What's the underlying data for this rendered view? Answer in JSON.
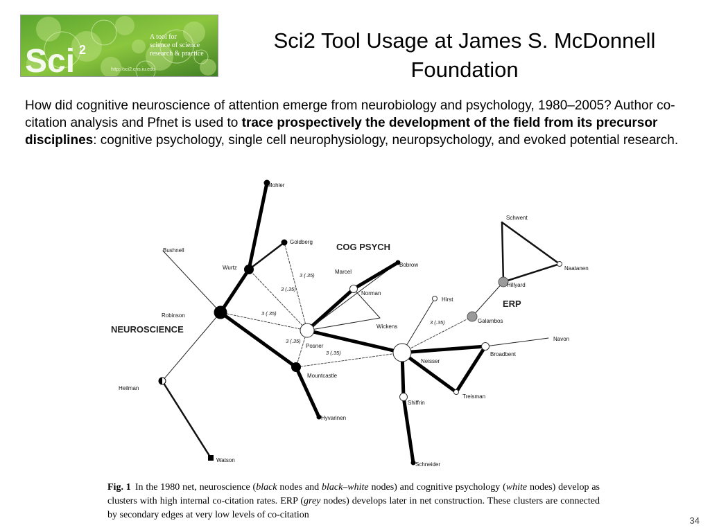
{
  "logo": {
    "wordmark": "Sci",
    "superscript": "2",
    "tagline_1": "A tool for",
    "tagline_2": "science of science",
    "tagline_3": "research & practice",
    "url_text": "http://sci2.cns.iu.edu"
  },
  "title": "Sci2 Tool Usage at James S. McDonnell Foundation",
  "intro": {
    "part1": "How did cognitive neuroscience of attention emerge from neurobiology and psychology, 1980–2005? Author co-citation analysis and Pfnet is used to ",
    "bold": "trace prospectively the development of the field from its precursor disciplines",
    "part2": ": cognitive psychology, single cell neurophysiology, neuropsychology, and evoked potential research."
  },
  "network": {
    "cluster_labels": {
      "cog_psych": "COG PSYCH",
      "neuroscience": "NEUROSCIENCE",
      "erp": "ERP"
    },
    "nodes": [
      {
        "id": "Mohler",
        "label": "Mohler",
        "type": "black-small"
      },
      {
        "id": "Goldberg",
        "label": "Goldberg",
        "type": "black-small"
      },
      {
        "id": "Bushnell",
        "label": "Bushnell",
        "type": "none"
      },
      {
        "id": "Wurtz",
        "label": "Wurtz",
        "type": "black"
      },
      {
        "id": "Robinson",
        "label": "Robinson",
        "type": "black-large"
      },
      {
        "id": "Heilman",
        "label": "Heilman",
        "type": "half"
      },
      {
        "id": "Watson",
        "label": "Watson",
        "type": "black-square"
      },
      {
        "id": "Mountcastle",
        "label": "Mountcastle",
        "type": "black"
      },
      {
        "id": "Hyvarinen",
        "label": "Hyvarinen",
        "type": "black-tiny"
      },
      {
        "id": "Posner",
        "label": "Posner",
        "type": "white-large"
      },
      {
        "id": "Marcel",
        "label": "Marcel",
        "type": "none"
      },
      {
        "id": "Bobrow",
        "label": "Bobrow",
        "type": "black-tiny"
      },
      {
        "id": "Norman",
        "label": "Norman",
        "type": "white"
      },
      {
        "id": "Wickens",
        "label": "Wickens",
        "type": "none"
      },
      {
        "id": "Hirst",
        "label": "Hirst",
        "type": "white-tiny"
      },
      {
        "id": "Neisser",
        "label": "Neisser",
        "type": "white-xlarge"
      },
      {
        "id": "Shiffrin",
        "label": "Shiffrin",
        "type": "white"
      },
      {
        "id": "Schneider",
        "label": "Schneider",
        "type": "black-tiny"
      },
      {
        "id": "Treisman",
        "label": "Treisman",
        "type": "white-tiny"
      },
      {
        "id": "Broadbent",
        "label": "Broadbent",
        "type": "white"
      },
      {
        "id": "Navon",
        "label": "Navon",
        "type": "none"
      },
      {
        "id": "Schwent",
        "label": "Schwent",
        "type": "none"
      },
      {
        "id": "Naatanen",
        "label": "Naatanen",
        "type": "white-tiny"
      },
      {
        "id": "Hillyard",
        "label": "Hillyard",
        "type": "grey"
      },
      {
        "id": "Galambos",
        "label": "Galambos",
        "type": "grey"
      }
    ],
    "edges": [
      {
        "a": "Mohler",
        "b": "Wurtz",
        "style": "thick"
      },
      {
        "a": "Wurtz",
        "b": "Robinson",
        "style": "thick"
      },
      {
        "a": "Wurtz",
        "b": "Goldberg",
        "style": "medium"
      },
      {
        "a": "Robinson",
        "b": "Bushnell",
        "style": "thin"
      },
      {
        "a": "Robinson",
        "b": "Heilman",
        "style": "thin"
      },
      {
        "a": "Robinson",
        "b": "Mountcastle",
        "style": "thick"
      },
      {
        "a": "Heilman",
        "b": "Watson",
        "style": "medium"
      },
      {
        "a": "Mountcastle",
        "b": "Hyvarinen",
        "style": "thick"
      },
      {
        "a": "Posner",
        "b": "Norman",
        "style": "thick"
      },
      {
        "a": "Posner",
        "b": "Bobrow",
        "style": "thin"
      },
      {
        "a": "Posner",
        "b": "Wickens",
        "style": "thin"
      },
      {
        "a": "Norman",
        "b": "Bobrow",
        "style": "thick"
      },
      {
        "a": "Norman",
        "b": "Wickens",
        "style": "thin"
      },
      {
        "a": "Posner",
        "b": "Neisser",
        "style": "thick"
      },
      {
        "a": "Neisser",
        "b": "Hirst",
        "style": "thin"
      },
      {
        "a": "Neisser",
        "b": "Broadbent",
        "style": "thick"
      },
      {
        "a": "Neisser",
        "b": "Treisman",
        "style": "thick"
      },
      {
        "a": "Neisser",
        "b": "Shiffrin",
        "style": "thick"
      },
      {
        "a": "Shiffrin",
        "b": "Schneider",
        "style": "thick"
      },
      {
        "a": "Broadbent",
        "b": "Navon",
        "style": "thin"
      },
      {
        "a": "Broadbent",
        "b": "Treisman",
        "style": "thick"
      },
      {
        "a": "Hillyard",
        "b": "Schwent",
        "style": "medium"
      },
      {
        "a": "Hillyard",
        "b": "Naatanen",
        "style": "medium"
      },
      {
        "a": "Schwent",
        "b": "Naatanen",
        "style": "medium"
      },
      {
        "a": "Hillyard",
        "b": "Galambos",
        "style": "thin"
      },
      {
        "a": "Posner",
        "b": "Goldberg",
        "style": "dashed",
        "label": "3 (.35)"
      },
      {
        "a": "Posner",
        "b": "Wurtz",
        "style": "dashed",
        "label": "3 (.35)"
      },
      {
        "a": "Posner",
        "b": "Robinson",
        "style": "dashed",
        "label": "3 (.35)"
      },
      {
        "a": "Posner",
        "b": "Mountcastle",
        "style": "dashed",
        "label": "3 (.35)"
      },
      {
        "a": "Neisser",
        "b": "Mountcastle",
        "style": "dashed",
        "label": "3 (.35)"
      },
      {
        "a": "Neisser",
        "b": "Galambos",
        "style": "dashed",
        "label": "3 (.35)"
      }
    ]
  },
  "caption": {
    "fig_label": "Fig. 1",
    "t1": "In the 1980 net, neuroscience (",
    "i1": "black",
    "t2": " nodes and ",
    "i2": "black–white",
    "t3": " nodes) and cognitive psychology (",
    "i3": "white",
    "t4": " nodes) develop as clusters with high internal co-citation rates. ERP (",
    "i4": "grey",
    "t5": " nodes) develops later in net construction. These clusters are connected by secondary edges at very low levels of co-citation"
  },
  "page_number": "34"
}
